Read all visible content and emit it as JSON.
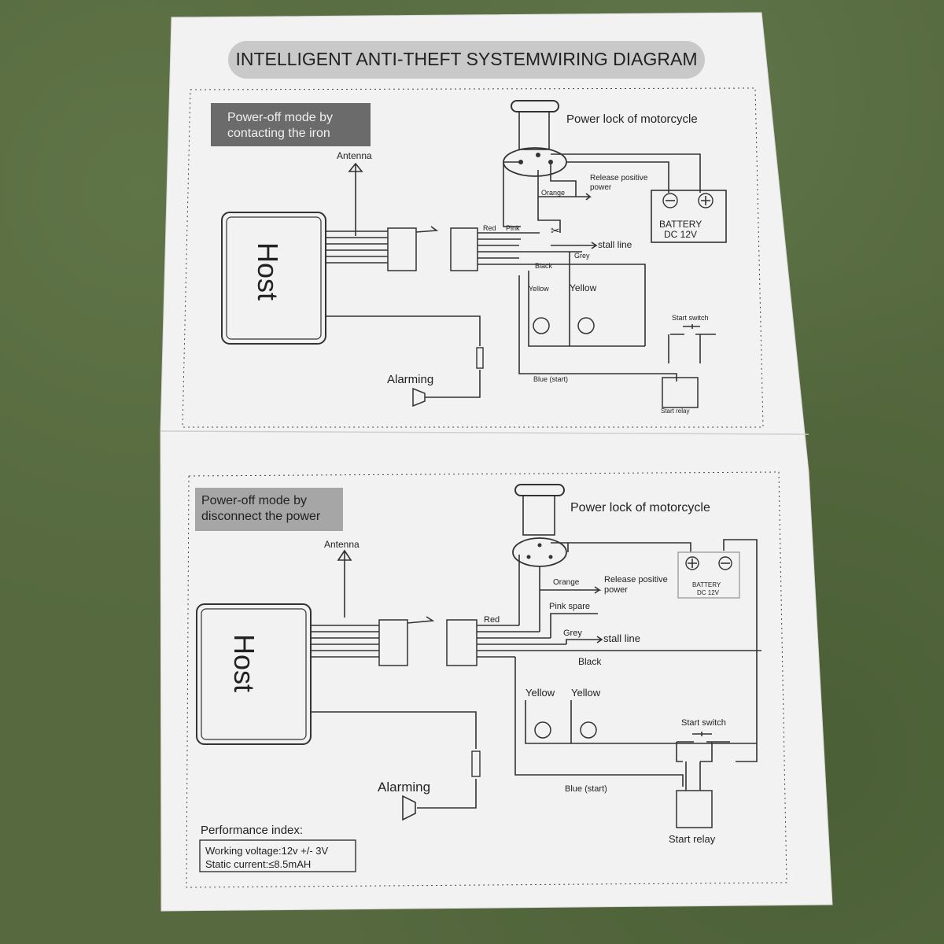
{
  "title": "INTELLIGENT ANTI-THEFT SYSTEMWIRING DIAGRAM",
  "panel1": {
    "mode": [
      "Power-off mode by",
      "contacting the iron"
    ],
    "antenna": "Antenna",
    "host": "Host",
    "alarming": "Alarming",
    "power_lock": "Power lock of motorcycle",
    "release": [
      "Release positive",
      "power"
    ],
    "battery": [
      "BATTERY",
      "DC 12V"
    ],
    "wires": {
      "orange": "Orange",
      "red": "Red",
      "pink": "Pink",
      "black": "Black",
      "grey": "Grey",
      "stall": "stall line",
      "yellow1": "Yellow",
      "yellow2": "Yellow",
      "blue": "Blue (start)"
    },
    "start_switch": "Start switch",
    "start_relay": "Start relay"
  },
  "panel2": {
    "mode": [
      "Power-off mode by",
      "disconnect the power"
    ],
    "antenna": "Antenna",
    "host": "Host",
    "alarming": "Alarming",
    "power_lock": "Power lock of motorcycle",
    "release": [
      "Release positive",
      "power"
    ],
    "battery": [
      "BATTERY",
      "DC 12V"
    ],
    "wires": {
      "orange": "Orange",
      "red": "Red",
      "pink": "Pink spare",
      "grey": "Grey",
      "stall": "stall line",
      "black": "Black",
      "yellow1": "Yellow",
      "yellow2": "Yellow",
      "blue": "Blue (start)"
    },
    "start_switch": "Start switch",
    "start_relay": "Start relay"
  },
  "performance": {
    "heading": "Performance index:",
    "voltage": "Working voltage:12v +/- 3V",
    "current": "Static current:≤8.5mAH"
  }
}
